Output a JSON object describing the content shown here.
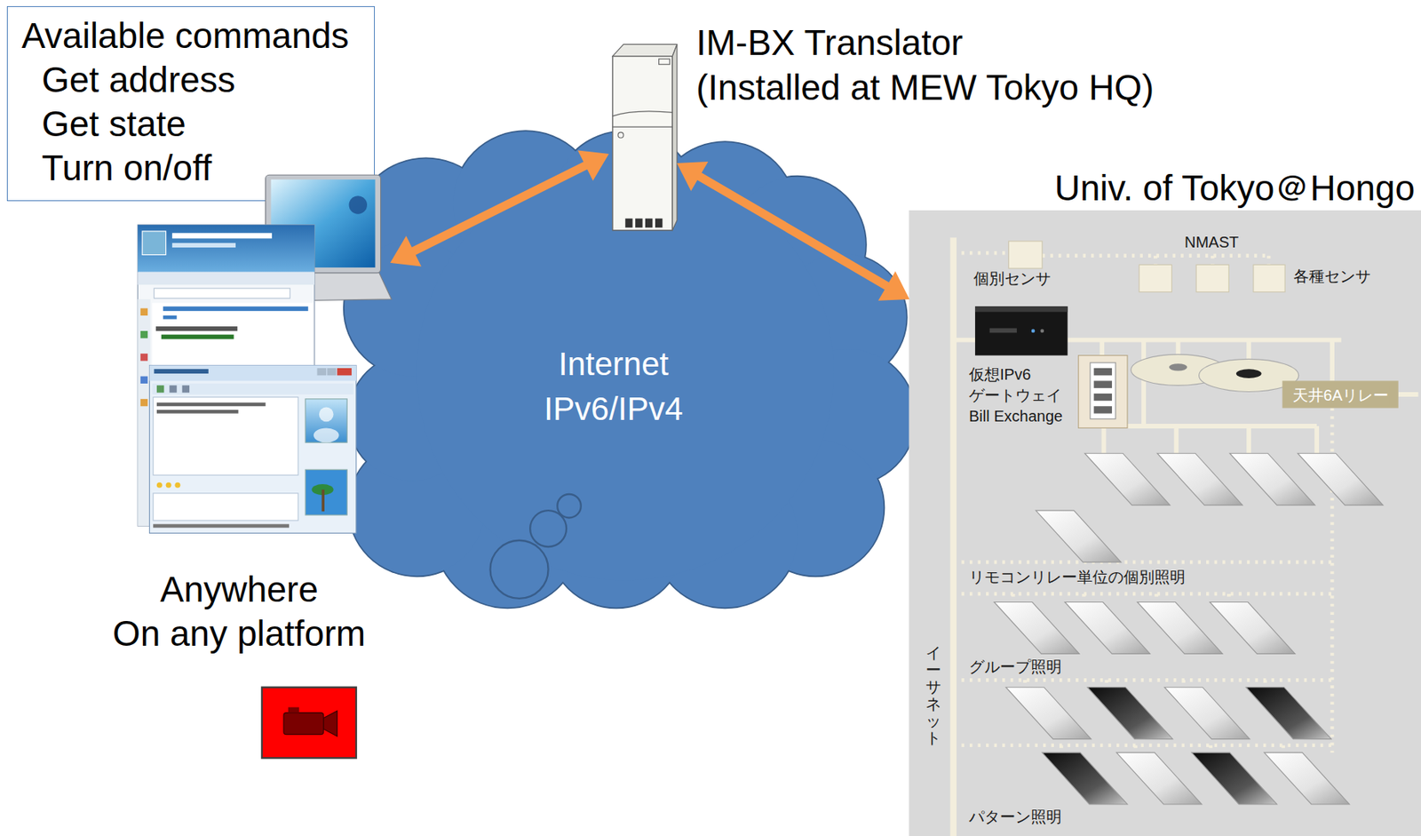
{
  "diagram": {
    "nodes": [
      {
        "text": [
          "Available commands",
          "Get address",
          "Get state",
          "Turn on/off"
        ]
      },
      {
        "text": [
          "IM-BX Translator",
          "(Installed at MEW Tokyo HQ)"
        ]
      },
      {
        "text": [
          "Anywhere",
          "On any platform"
        ]
      },
      {
        "text": [
          "Internet",
          "IPv6/IPv4"
        ]
      },
      {
        "text": [
          "Univ. of Tokyo＠Hongo"
        ]
      }
    ],
    "edges": [
      {
        "from": 2,
        "to": 1,
        "arrow": "both"
      },
      {
        "from": 1,
        "to": 4,
        "arrow": "both"
      }
    ],
    "labels": [
      "NMAST",
      "個別センサ",
      "各種センサ",
      "仮想IPv6",
      "ゲートウェイ",
      "Bill Exchange",
      "天井6Aリレー",
      "リモコンリレー単位の個別照明",
      "グループ照明",
      "パターン照明",
      "イーサネット"
    ]
  }
}
